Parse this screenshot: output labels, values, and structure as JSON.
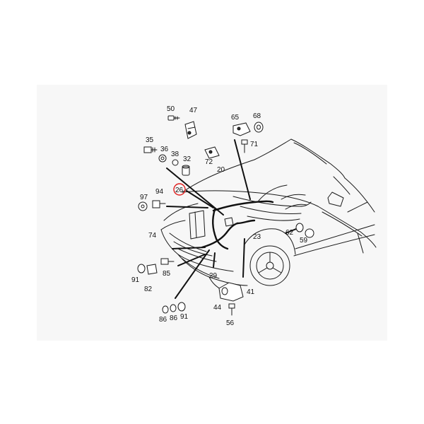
{
  "diagram": {
    "highlight_color": "#e02020",
    "callouts": [
      {
        "id": "p50",
        "label": "50"
      },
      {
        "id": "p47",
        "label": "47"
      },
      {
        "id": "p65",
        "label": "65"
      },
      {
        "id": "p68",
        "label": "68"
      },
      {
        "id": "p35",
        "label": "35"
      },
      {
        "id": "p36",
        "label": "36"
      },
      {
        "id": "p38",
        "label": "38"
      },
      {
        "id": "p32",
        "label": "32"
      },
      {
        "id": "p71",
        "label": "71"
      },
      {
        "id": "p72",
        "label": "72"
      },
      {
        "id": "p20",
        "label": "20"
      },
      {
        "id": "p26",
        "label": "26",
        "highlighted": true
      },
      {
        "id": "p97",
        "label": "97"
      },
      {
        "id": "p94",
        "label": "94"
      },
      {
        "id": "p74",
        "label": "74"
      },
      {
        "id": "p23",
        "label": "23"
      },
      {
        "id": "p62",
        "label": "62"
      },
      {
        "id": "p59",
        "label": "59"
      },
      {
        "id": "p85",
        "label": "85"
      },
      {
        "id": "p91a",
        "label": "91"
      },
      {
        "id": "p82",
        "label": "82"
      },
      {
        "id": "p29",
        "label": "29"
      },
      {
        "id": "p41",
        "label": "41"
      },
      {
        "id": "p44",
        "label": "44"
      },
      {
        "id": "p56",
        "label": "56"
      },
      {
        "id": "p86a",
        "label": "86"
      },
      {
        "id": "p86b",
        "label": "86"
      },
      {
        "id": "p91b",
        "label": "91"
      }
    ]
  }
}
